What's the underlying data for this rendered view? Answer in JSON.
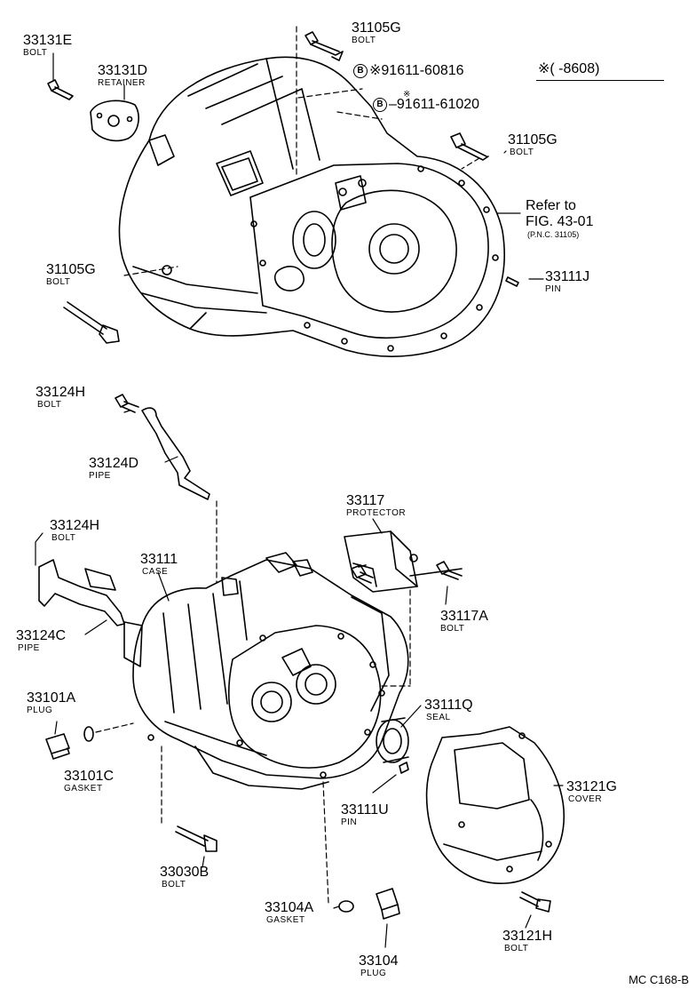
{
  "header_note": "※(      -8608)",
  "diagram_code": "MC C168-B",
  "reference": {
    "line1": "Refer to",
    "line2": "FIG. 43-01",
    "line3": "(P.N.C. 31105)"
  },
  "parts": [
    {
      "id": "33131E",
      "name": "BOLT"
    },
    {
      "id": "33131D",
      "name": "RETAINER"
    },
    {
      "id": "31105G",
      "name": "BOLT"
    },
    {
      "id": "91611-60816",
      "prefix": "B",
      "mark": "※"
    },
    {
      "id": "91611-61020",
      "prefix": "B",
      "mark": "※"
    },
    {
      "id": "31105G",
      "name": "BOLT"
    },
    {
      "id": "31105G",
      "name": "BOLT"
    },
    {
      "id": "33111J",
      "name": "PIN"
    },
    {
      "id": "33124H",
      "name": "BOLT"
    },
    {
      "id": "33124D",
      "name": "PIPE"
    },
    {
      "id": "33117",
      "name": "PROTECTOR"
    },
    {
      "id": "33124H",
      "name": "BOLT"
    },
    {
      "id": "33111",
      "name": "CASE"
    },
    {
      "id": "33117A",
      "name": "BOLT"
    },
    {
      "id": "33124C",
      "name": "PIPE"
    },
    {
      "id": "33101A",
      "name": "PLUG"
    },
    {
      "id": "33111Q",
      "name": "SEAL"
    },
    {
      "id": "33101C",
      "name": "GASKET"
    },
    {
      "id": "33121G",
      "name": "COVER"
    },
    {
      "id": "33111U",
      "name": "PIN"
    },
    {
      "id": "33030B",
      "name": "BOLT"
    },
    {
      "id": "33104A",
      "name": "GASKET"
    },
    {
      "id": "33121H",
      "name": "BOLT"
    },
    {
      "id": "33104",
      "name": "PLUG"
    }
  ]
}
